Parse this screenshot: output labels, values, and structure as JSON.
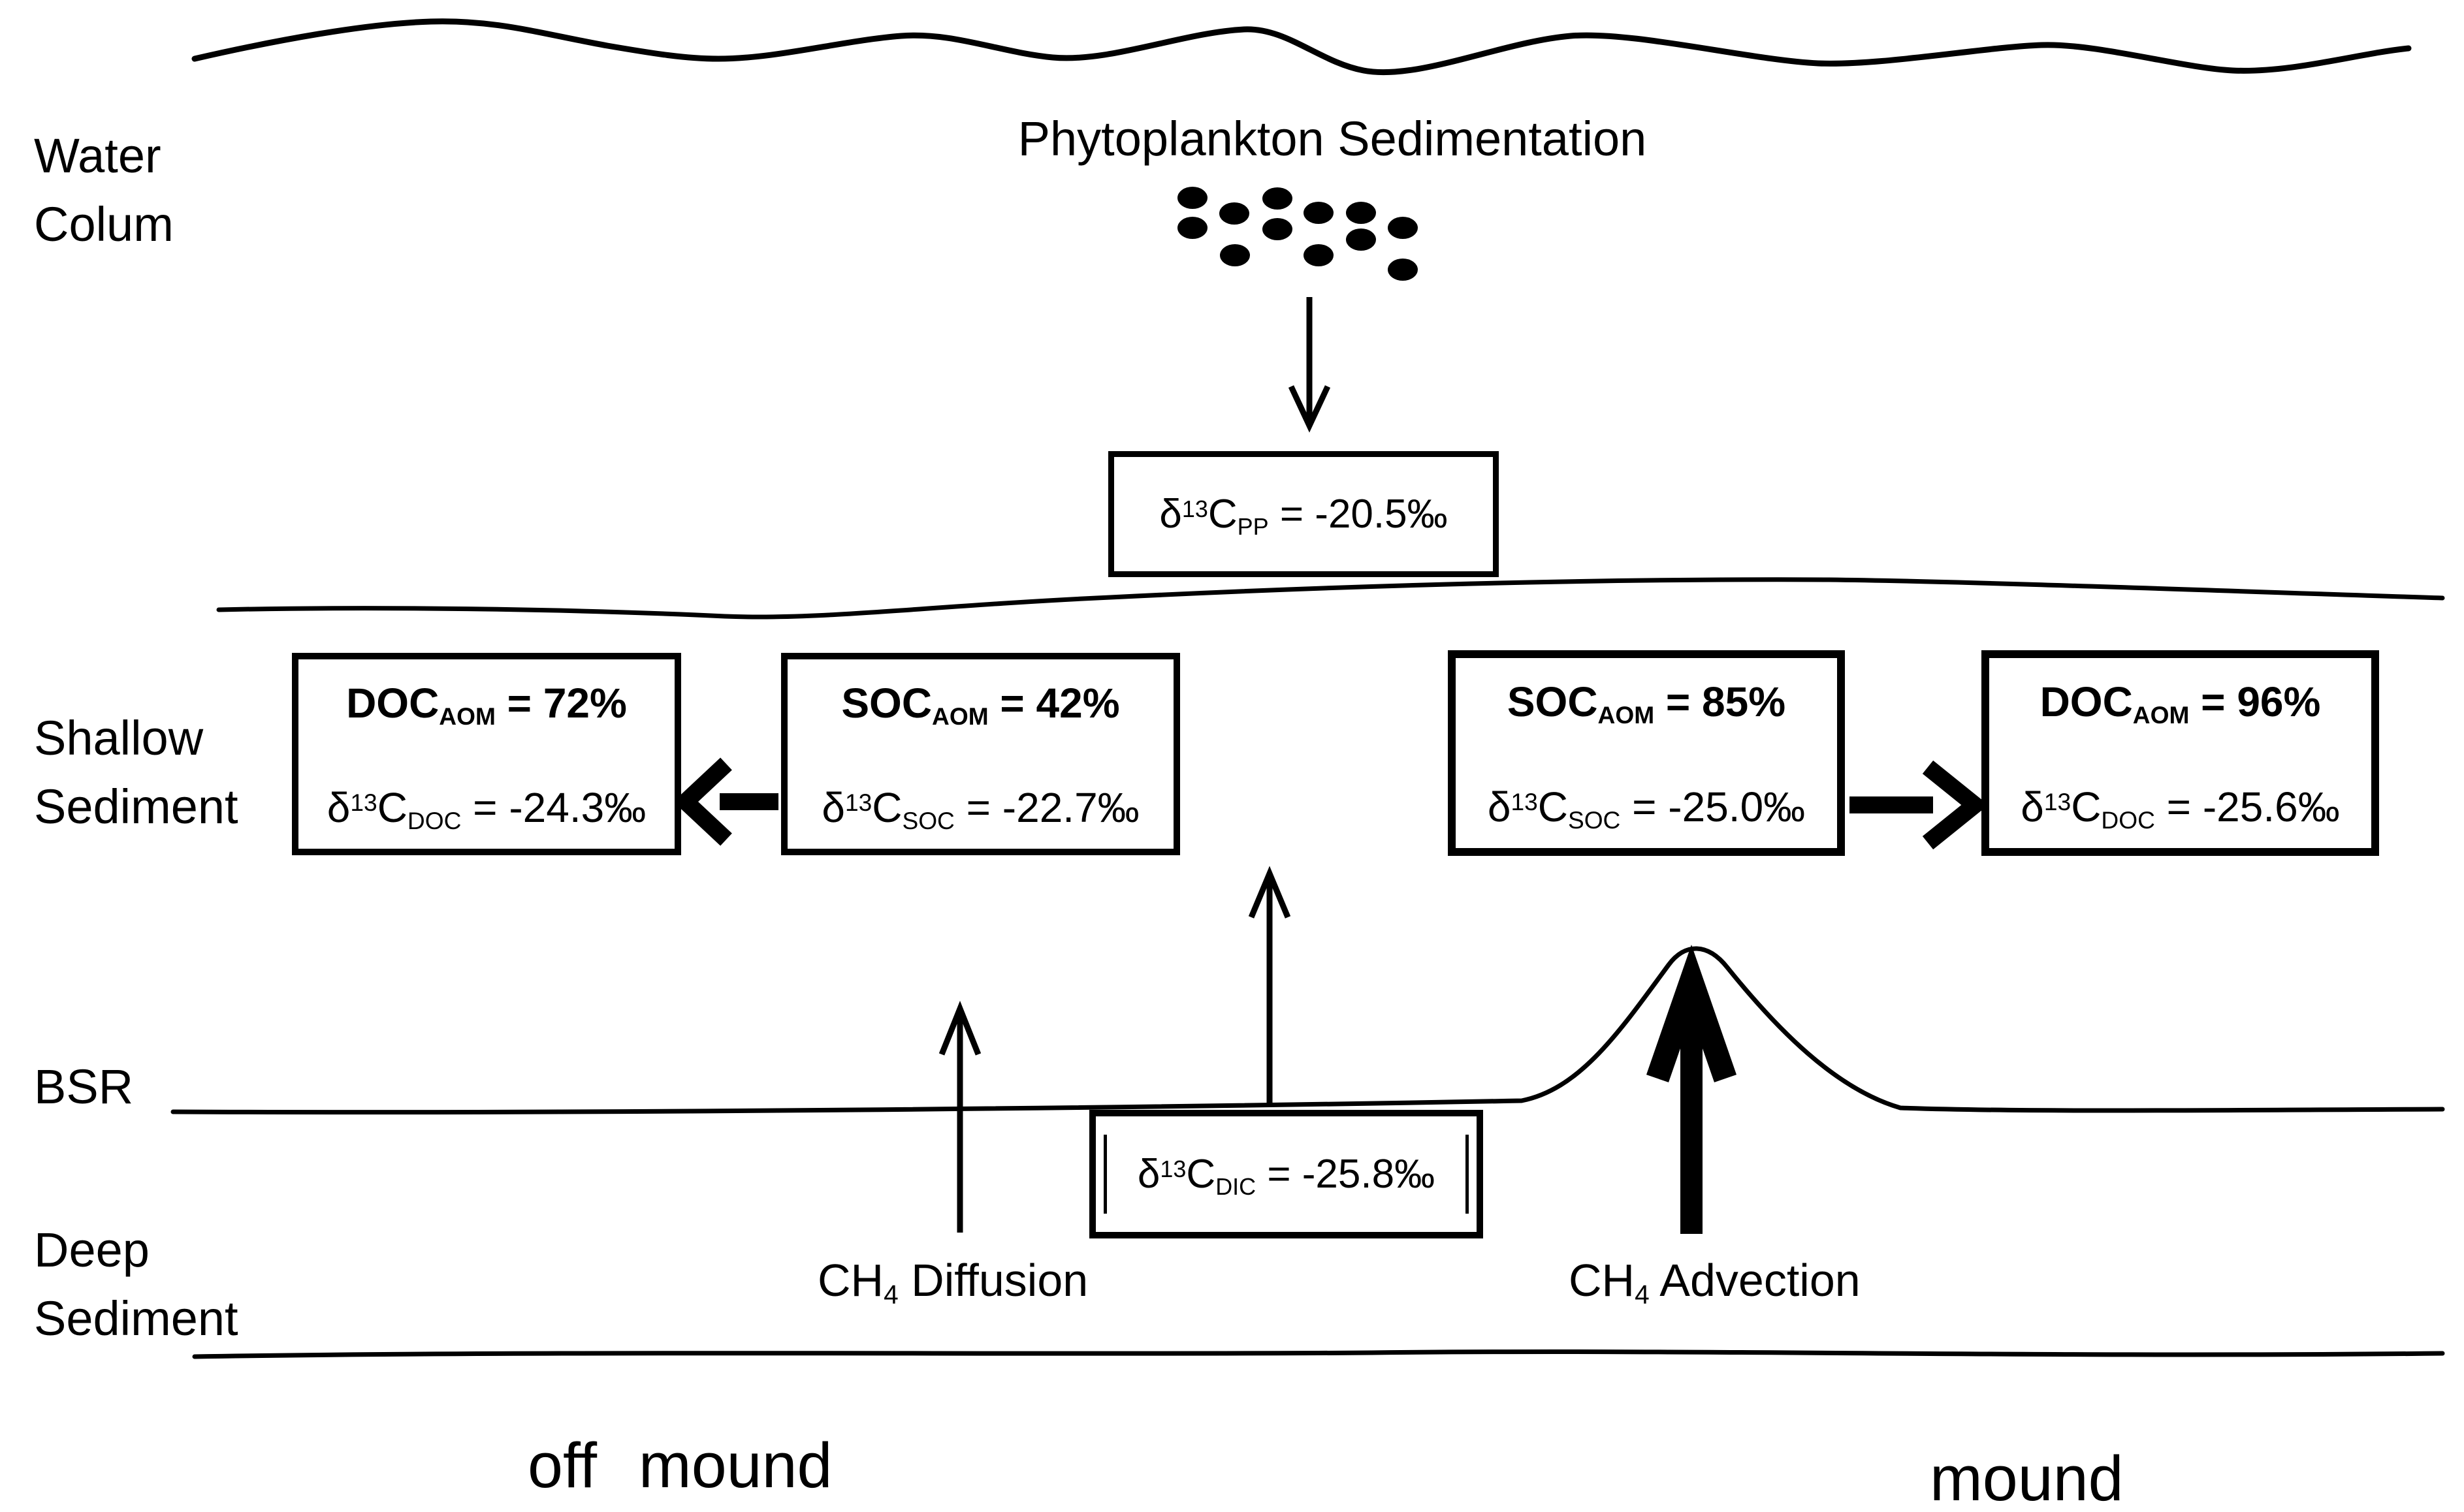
{
  "palette": {
    "ink": "#000000",
    "paper": "#ffffff"
  },
  "title": "Phytoplankton Sedimentation",
  "layer_labels": {
    "water_column": [
      "Water",
      "Colum"
    ],
    "shallow_sediment": [
      "Shallow",
      "Sediment"
    ],
    "bsr": "BSR",
    "deep_sediment": [
      "Deep",
      "Sediment"
    ]
  },
  "zone_labels": {
    "off_mound": "off mound",
    "mound": "mound"
  },
  "boxes": {
    "pp": {
      "delta": "δ",
      "mass": "13",
      "element": "C",
      "species": "PP",
      "value": " = -20.5‰"
    },
    "dic": {
      "delta": "δ",
      "mass": "13",
      "element": "C",
      "species": "DIC",
      "value": " = -25.8‰"
    },
    "doc_off_mound": {
      "pool": "DOC",
      "pool_sub": "AOM",
      "pool_value": " = 72%",
      "delta": "δ",
      "mass": "13",
      "element": "C",
      "species": "DOC",
      "value": " = -24.3‰"
    },
    "soc_off_mound": {
      "pool": "SOC",
      "pool_sub": "AOM",
      "pool_value": " = 42%",
      "delta": "δ",
      "mass": "13",
      "element": "C",
      "species": "SOC",
      "value": " = -22.7‰"
    },
    "soc_mound": {
      "pool": "SOC",
      "pool_sub": "AOM",
      "pool_value": " = 85%",
      "delta": "δ",
      "mass": "13",
      "element": "C",
      "species": "SOC",
      "value": " = -25.0‰"
    },
    "doc_mound": {
      "pool": "DOC",
      "pool_sub": "AOM",
      "pool_value": " = 96%",
      "delta": "δ",
      "mass": "13",
      "element": "C",
      "species": "DOC",
      "value": " = -25.6‰"
    }
  },
  "flux_labels": {
    "diffusion": {
      "base": "CH",
      "sub": "4",
      "rest": " Diffusion"
    },
    "advection": {
      "base": "CH",
      "sub": "4",
      "rest": " Advection"
    }
  }
}
